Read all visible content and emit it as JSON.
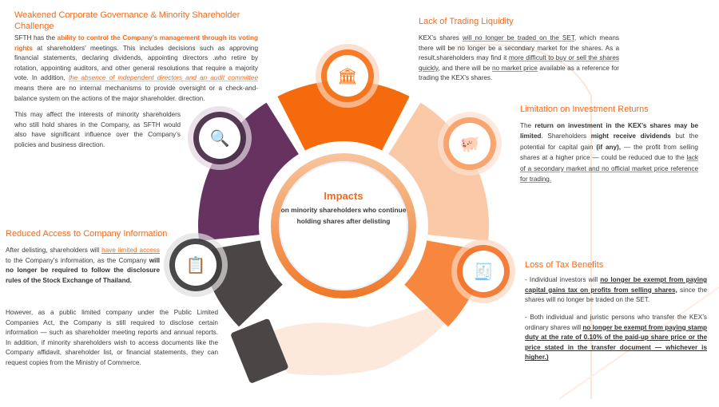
{
  "colors": {
    "accent": "#f26b1d",
    "purple": "#66325f",
    "dark": "#4a4645",
    "peach": "#f9c9a8",
    "orange": "#f7873f",
    "top_orange": "#f56a0c"
  },
  "center": {
    "title": "Impacts",
    "subtitle": "on minority shareholders who continue holding shares after delisting"
  },
  "sections": {
    "governance": {
      "title": "Weakened Corporate Governance & Minority Shareholder Challenge",
      "icon": "magnifier-alert-icon",
      "paragraphs": [
        [
          {
            "t": "SFTH has the "
          },
          {
            "t": "ability to control the Company’s management through its voting rights",
            "s": "o"
          },
          {
            "t": " at shareholders’ meetings. This includes decisions such as approving financial statements, declaring dividends, appointing directors .who retire by rotation, appointing auditors, and other general resolutions that require a majority vote. In addition, "
          },
          {
            "t": "the absence of independent directors and an audit committee",
            "s": "i"
          },
          {
            "t": " means there are no internal mechanisms to provide oversight or a check-and-balance system on the actions of the major shareholder. direction."
          }
        ],
        [
          {
            "t": "This may affect the interests of minority shareholders who still hold shares in the Company, as SFTH would also have significant influence over the Company’s policies and business direction."
          }
        ]
      ]
    },
    "information": {
      "title": "Reduced Access to Company Information",
      "icon": "clipboard-target-icon",
      "paragraphs": [
        [
          {
            "t": "After delisting, shareholders will "
          },
          {
            "t": "have limited access",
            "s": "ou"
          },
          {
            "t": " to the Company’s information, as the Company "
          },
          {
            "t": "will no longer be required to follow the disclosure rules of the Stock Exchange of Thailand.",
            "s": "b"
          }
        ],
        [
          {
            "t": "However, as a public limited company under the Public Limited Companies Act, the Company is still required to disclose certain information — such as shareholder meeting reports and annual reports. In addition, if minority shareholders wish to access documents like the Company affidavit, shareholder list, or financial statements, they can request copies from the Ministry of Commerce."
          }
        ]
      ]
    },
    "liquidity": {
      "title": "Lack of Trading Liquidity",
      "icon": "bank-building-icon",
      "paragraphs": [
        [
          {
            "t": "KEX’s shares "
          },
          {
            "t": "will no longer be traded on the SET",
            "s": "u"
          },
          {
            "t": ", which means there will be no longer be a secondary market for the shares. As a result,shareholders may find it "
          },
          {
            "t": "more difficult to buy or sell the shares quickly",
            "s": "u"
          },
          {
            "t": ", and there will be "
          },
          {
            "t": "no market price",
            "s": "u"
          },
          {
            "t": " available as a reference for trading the KEX’s shares."
          }
        ]
      ]
    },
    "returns": {
      "title": "Limitation on Investment Returns",
      "icon": "piggy-bank-icon",
      "paragraphs": [
        [
          {
            "t": "The "
          },
          {
            "t": "return on investment in the KEX’s shares may be limited",
            "s": "b"
          },
          {
            "t": ". Shareholders "
          },
          {
            "t": "might receive dividends",
            "s": "b"
          },
          {
            "t": " but the potential for capital gain "
          },
          {
            "t": "(if any),",
            "s": "b"
          },
          {
            "t": " — the profit from selling shares at a higher price — could be reduced due to the "
          },
          {
            "t": "lack of a secondary market and no official market price reference for trading.",
            "s": "u"
          }
        ]
      ]
    },
    "tax": {
      "title": "Loss of Tax Benefits",
      "icon": "tax-document-icon",
      "paragraphs": [
        [
          {
            "t": "-  Individual investors will "
          },
          {
            "t": "no longer be exempt from paying capital gains tax on profits from selling shares,",
            "s": "bu"
          },
          {
            "t": " since the shares will no longer be traded on the SET."
          }
        ],
        [
          {
            "t": "- Both individual and juristic persons who transfer the KEX’s ordinary shares will "
          },
          {
            "t": "no longer be exempt from paying stamp duty at the rate of 0.10% of the paid-up share price or the price stated in the transfer document — whichever is higher.)",
            "s": "bu"
          }
        ]
      ]
    }
  }
}
